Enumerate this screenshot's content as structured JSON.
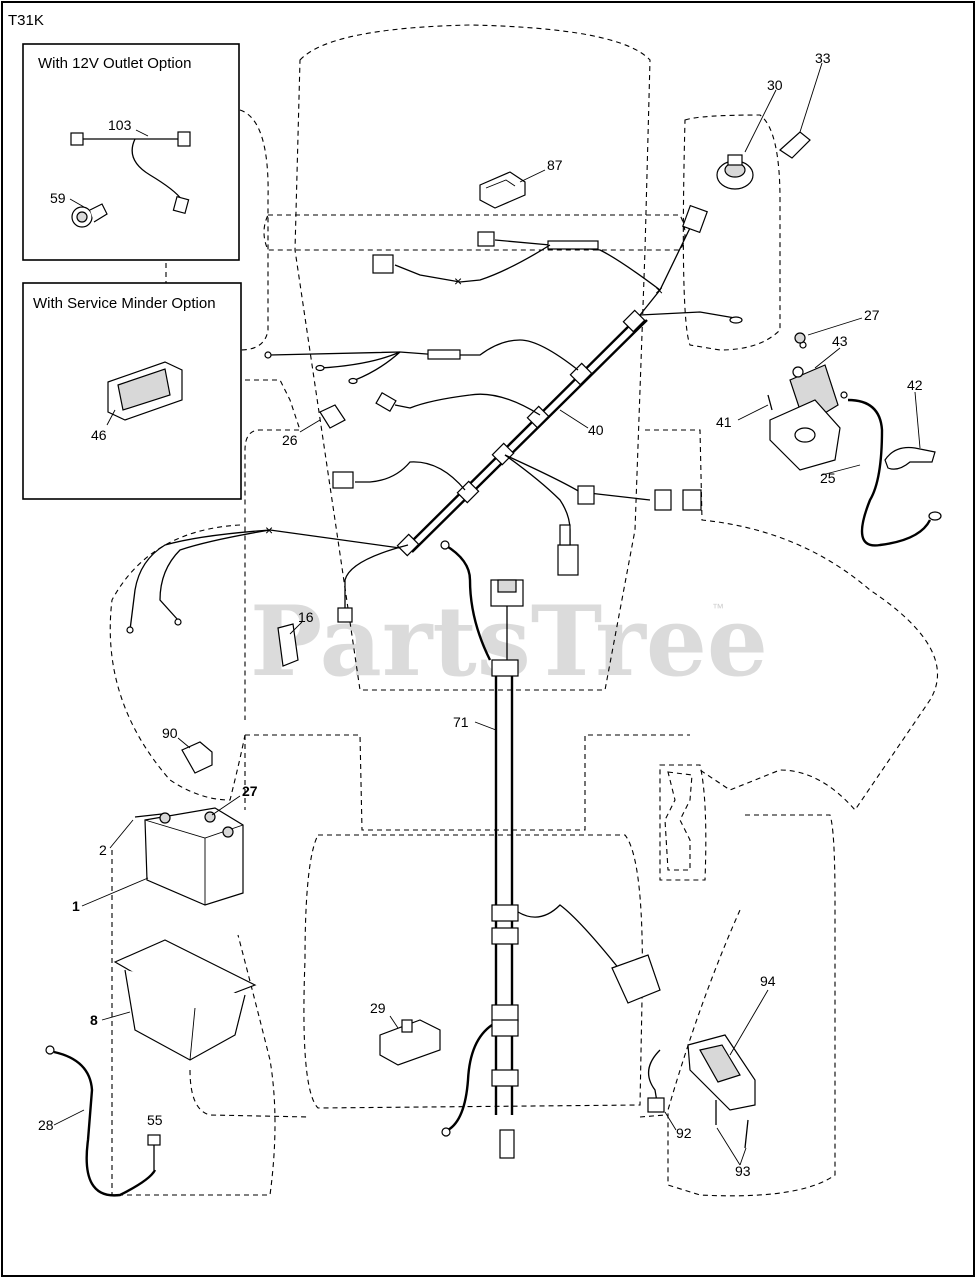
{
  "diagram": {
    "code": "T31K",
    "watermark": "PartsTree",
    "trademark": "™",
    "option_boxes": [
      {
        "title": "With 12V Outlet Option"
      },
      {
        "title": "With Service Minder Option"
      }
    ],
    "callouts": {
      "c103": "103",
      "c59": "59",
      "c46": "46",
      "c87": "87",
      "c30": "30",
      "c33": "33",
      "c27a": "27",
      "c43": "43",
      "c42": "42",
      "c41": "41",
      "c25": "25",
      "c40": "40",
      "c26": "26",
      "c16": "16",
      "c71": "71",
      "c90": "90",
      "c27b": "27",
      "c2": "2",
      "c1": "1",
      "c8": "8",
      "c28": "28",
      "c55": "55",
      "c29": "29",
      "c94": "94",
      "c92": "92",
      "c93": "93"
    }
  }
}
